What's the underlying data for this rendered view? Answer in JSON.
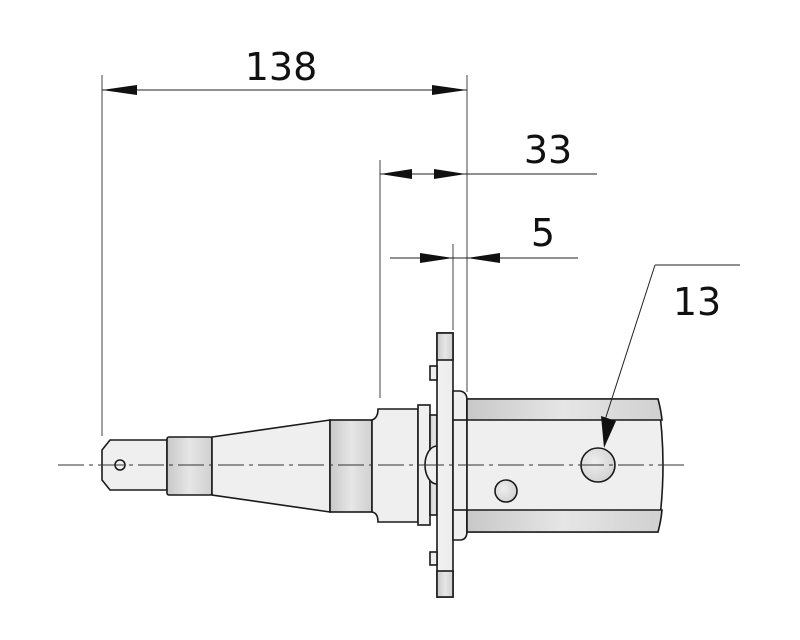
{
  "dimensions": {
    "overall_length": "138",
    "flange_to_collar": "33",
    "flange_thickness": "5",
    "hole_diameter": "13"
  },
  "colors": {
    "line": "#1a1a1a",
    "fill_light": "#efefef",
    "fill_shade": "#d4d4d4"
  }
}
